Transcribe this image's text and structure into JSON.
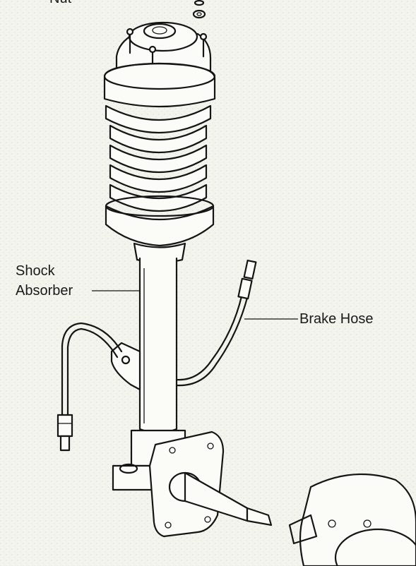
{
  "labels": {
    "top_partial": "Nut",
    "shock_line1": "Shock",
    "shock_line2": "Absorber",
    "brake_hose": "Brake Hose"
  }
}
